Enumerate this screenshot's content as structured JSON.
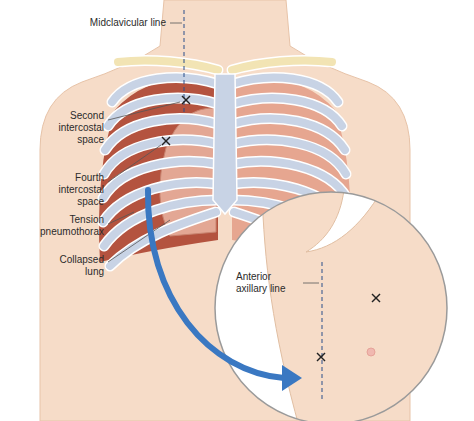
{
  "diagram": {
    "labels": [
      "Midclavicular line",
      "Second intercostal space",
      "Fourth intercostal space",
      "Tension pneumothorax",
      "Collapsed lung",
      "Anterior axillary line"
    ]
  }
}
